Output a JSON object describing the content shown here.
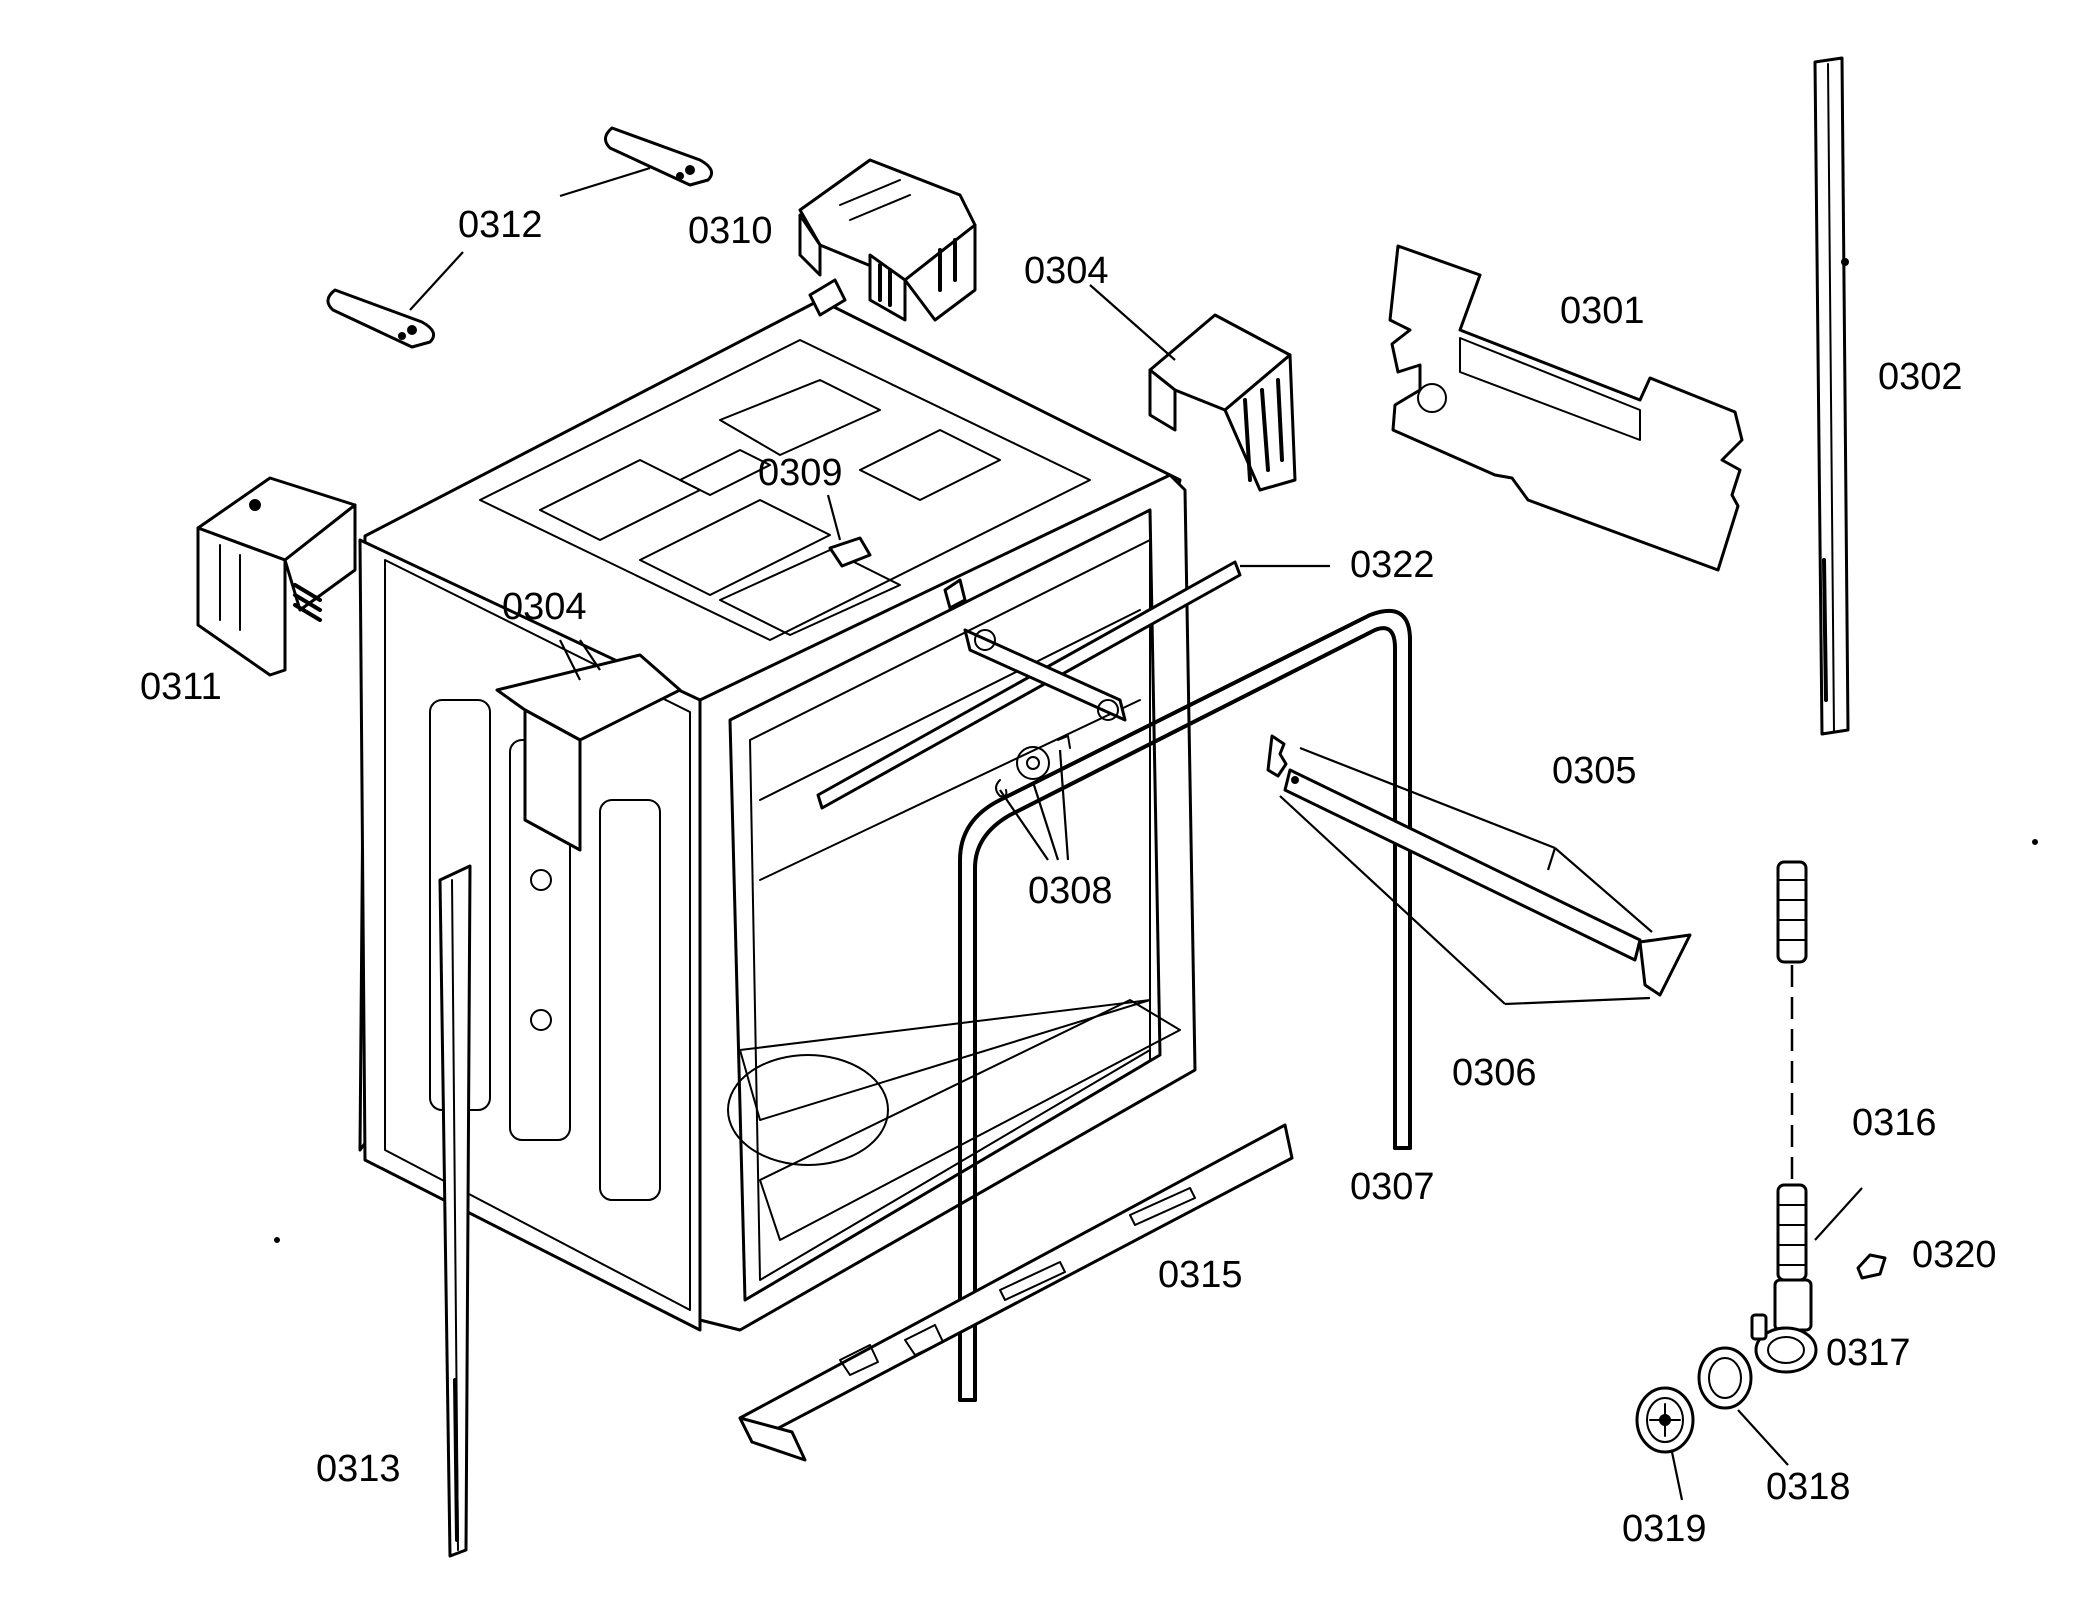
{
  "diagram": {
    "labels": {
      "l0301": "0301",
      "l0302": "0302",
      "l0304a": "0304",
      "l0304b": "0304",
      "l0305": "0305",
      "l0306": "0306",
      "l0307": "0307",
      "l0308": "0308",
      "l0309": "0309",
      "l0310": "0310",
      "l0311": "0311",
      "l0312": "0312",
      "l0313": "0313",
      "l0315": "0315",
      "l0316": "0316",
      "l0317": "0317",
      "l0318": "0318",
      "l0319": "0319",
      "l0320": "0320",
      "l0322": "0322"
    }
  }
}
